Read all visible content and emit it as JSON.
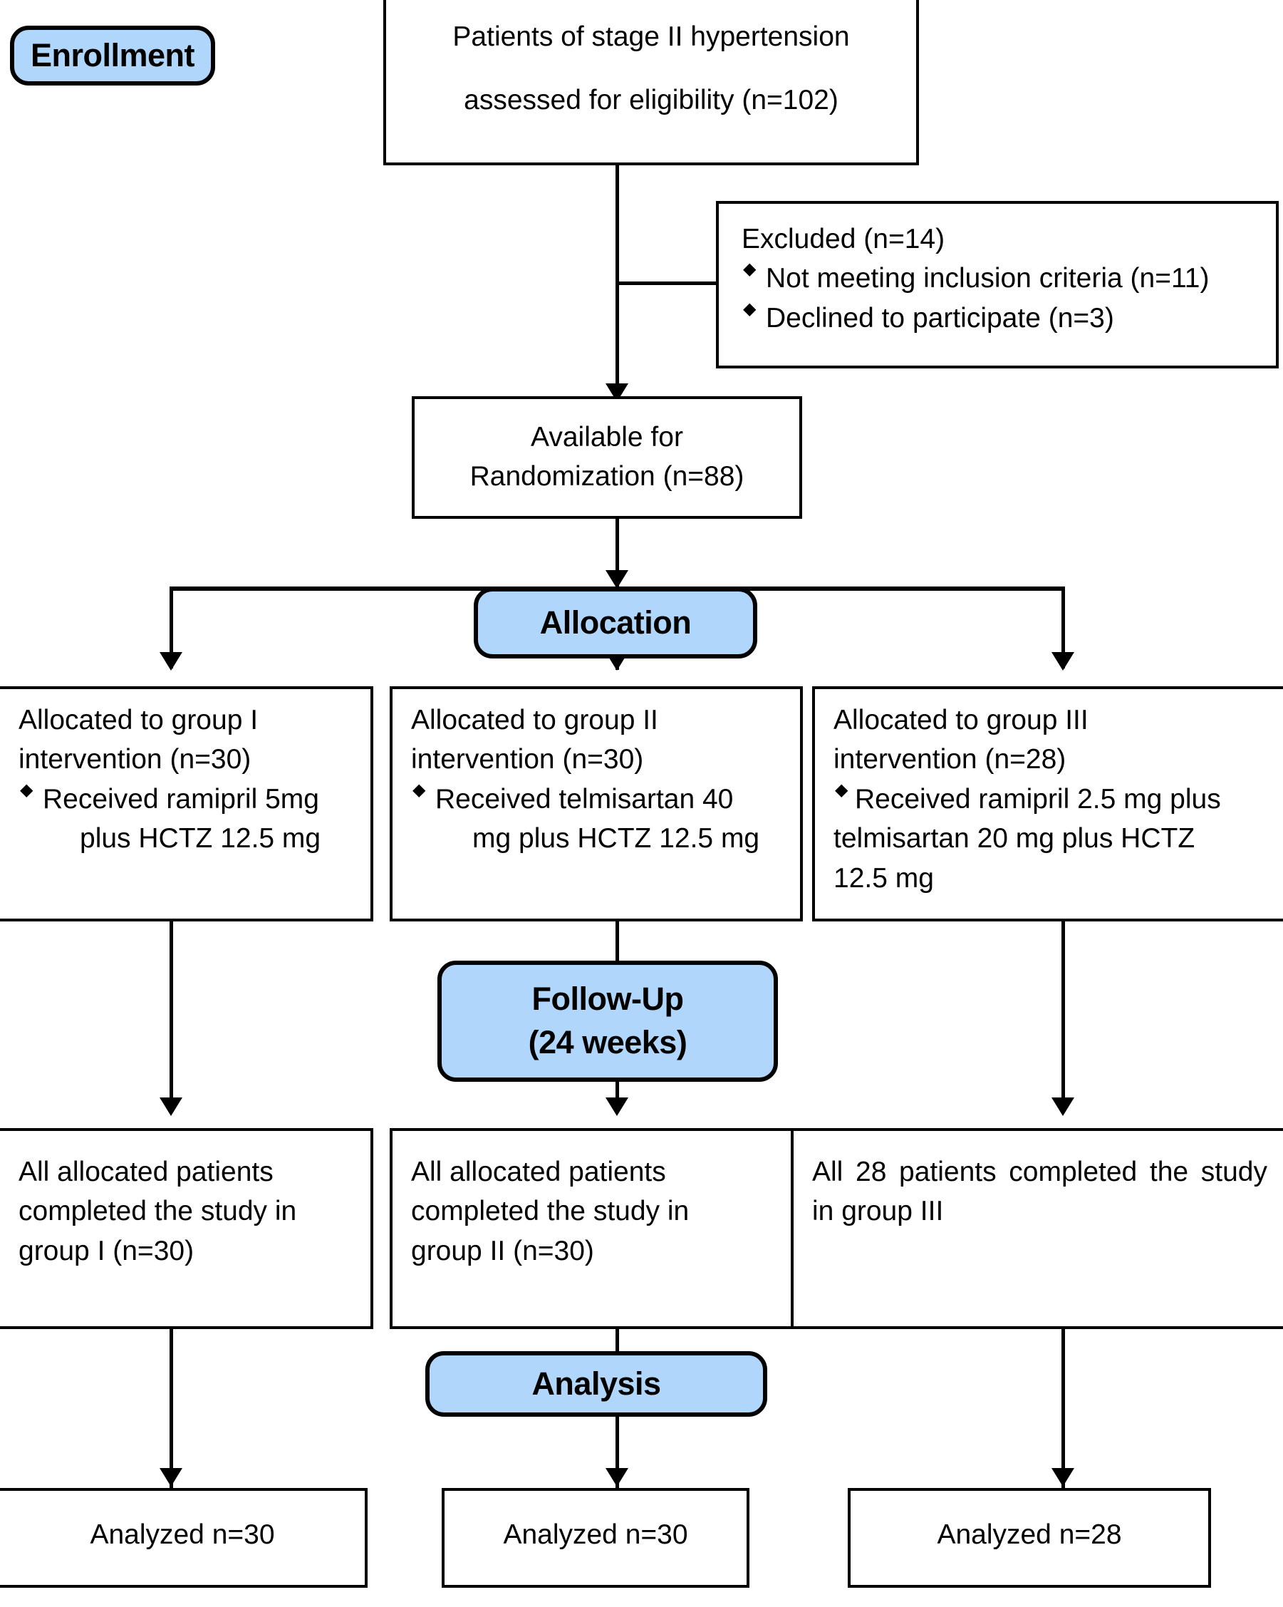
{
  "diagram": {
    "type": "consort-flow-diagram",
    "title": "CONSORT participant flow diagram",
    "accent_color": "#b0d7fb",
    "line_color": "#000000",
    "background_color": "#ffffff"
  },
  "stages": {
    "enrollment": {
      "label": "Enrollment"
    },
    "allocation": {
      "label": "Allocation"
    },
    "followup": {
      "line1": "Follow-Up",
      "line2": "(24 weeks)"
    },
    "analysis": {
      "label": "Analysis"
    }
  },
  "boxes": {
    "assessed": {
      "line1": "Patients of stage II hypertension",
      "line2": "assessed for eligibility (n=102)"
    },
    "excluded": {
      "heading": "Excluded  (n=14)",
      "items": [
        "Not meeting inclusion criteria (n=11)",
        "Declined to participate (n=3)"
      ]
    },
    "randomization": {
      "line1": "Available for",
      "line2": "Randomization (n=88)"
    },
    "allocated_1": {
      "line1": "Allocated to group I",
      "line2": "intervention (n=30)",
      "bullet_line1": "Received ramipril 5mg",
      "bullet_line2": "plus HCTZ 12.5 mg"
    },
    "allocated_2": {
      "line1": "Allocated to group II",
      "line2": "intervention (n=30)",
      "bullet_line1": "Received telmisartan 40",
      "bullet_line2": "mg plus HCTZ 12.5 mg"
    },
    "allocated_3": {
      "line1": "Allocated to group III",
      "line2": "intervention (n=28)",
      "bullet_line1": "Received ramipril 2.5 mg plus",
      "bullet_line2": "telmisartan 20 mg plus HCTZ",
      "bullet_line3": "12.5 mg"
    },
    "followup_1": {
      "line1": "All allocated patients",
      "line2": "completed the study in",
      "line3": "group I (n=30)"
    },
    "followup_2": {
      "line1": "All allocated patients",
      "line2": "completed the study in",
      "line3": "group II (n=30)"
    },
    "followup_3": {
      "text": "All 28 patients completed the study in group III"
    },
    "analyzed_1": {
      "label": "Analyzed n=30"
    },
    "analyzed_2": {
      "label": "Analyzed n=30"
    },
    "analyzed_3": {
      "label": "Analyzed n=28"
    }
  },
  "chart_data": {
    "type": "table",
    "title": "CONSORT participant flow",
    "stages": [
      "Enrollment",
      "Allocation",
      "Follow-Up (24 weeks)",
      "Analysis"
    ],
    "assessed_for_eligibility": 102,
    "excluded_total": 14,
    "excluded_breakdown": [
      {
        "reason": "Not meeting inclusion criteria",
        "n": 11
      },
      {
        "reason": "Declined to participate",
        "n": 3
      }
    ],
    "randomized": 88,
    "followup_weeks": 24,
    "arms": [
      {
        "name": "group I",
        "allocated": 30,
        "intervention": "ramipril 5mg plus HCTZ 12.5 mg",
        "completed": 30,
        "analyzed": 30
      },
      {
        "name": "group II",
        "allocated": 30,
        "intervention": "telmisartan 40 mg plus HCTZ 12.5 mg",
        "completed": 30,
        "analyzed": 30
      },
      {
        "name": "group III",
        "allocated": 28,
        "intervention": "ramipril 2.5 mg plus telmisartan 20 mg plus HCTZ 12.5 mg",
        "completed": 28,
        "analyzed": 28
      }
    ]
  }
}
